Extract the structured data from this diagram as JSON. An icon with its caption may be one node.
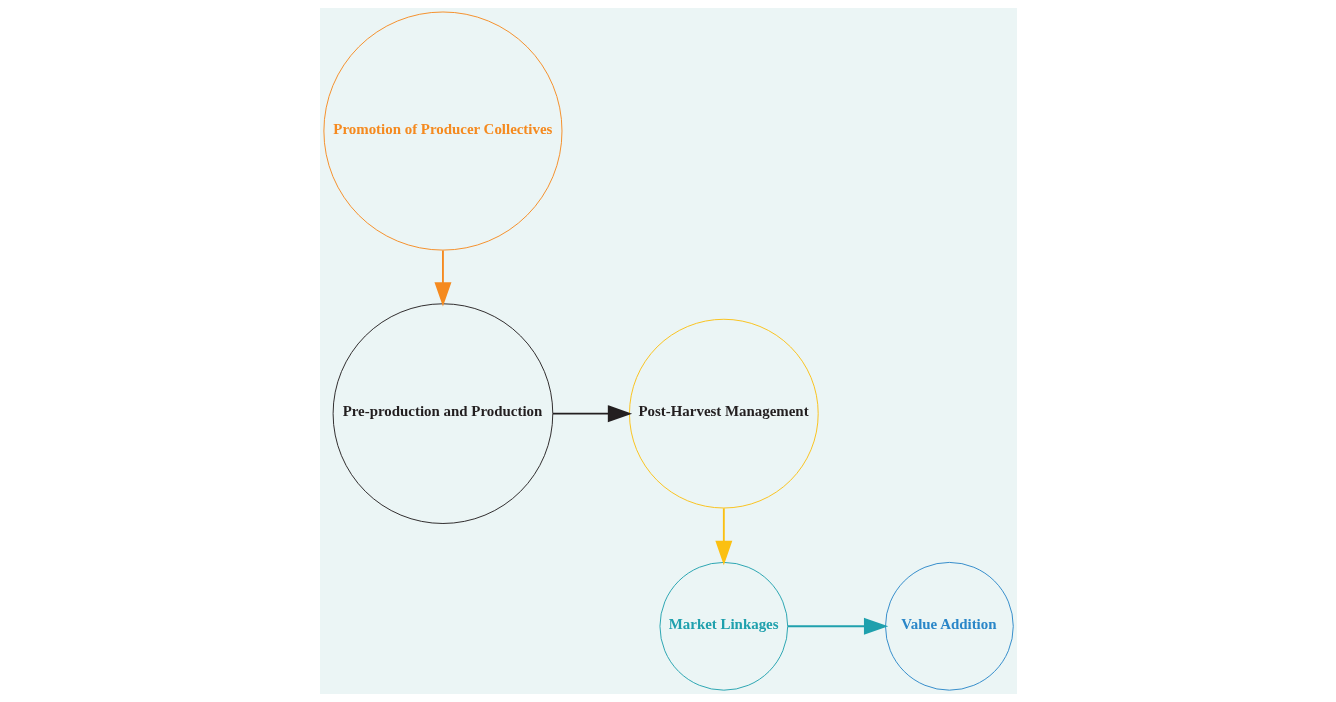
{
  "diagram": {
    "nodes": [
      {
        "text": [
          "Promotion of Producer Collectives"
        ]
      },
      {
        "text": [
          "Pre-production and Production"
        ]
      },
      {
        "text": [
          "Post-Harvest Management"
        ]
      },
      {
        "text": [
          "Market Linkages"
        ]
      },
      {
        "text": [
          "Value Addition"
        ]
      }
    ],
    "edges": [
      {
        "from": 0,
        "to": 1,
        "arrow": "to",
        "color": "#f58a1f"
      },
      {
        "from": 1,
        "to": 2,
        "arrow": "to",
        "color": "#231f20"
      },
      {
        "from": 2,
        "to": 3,
        "arrow": "to",
        "color": "#fbc012"
      },
      {
        "from": 3,
        "to": 4,
        "arrow": "to",
        "color": "#1fa0ad"
      }
    ]
  }
}
